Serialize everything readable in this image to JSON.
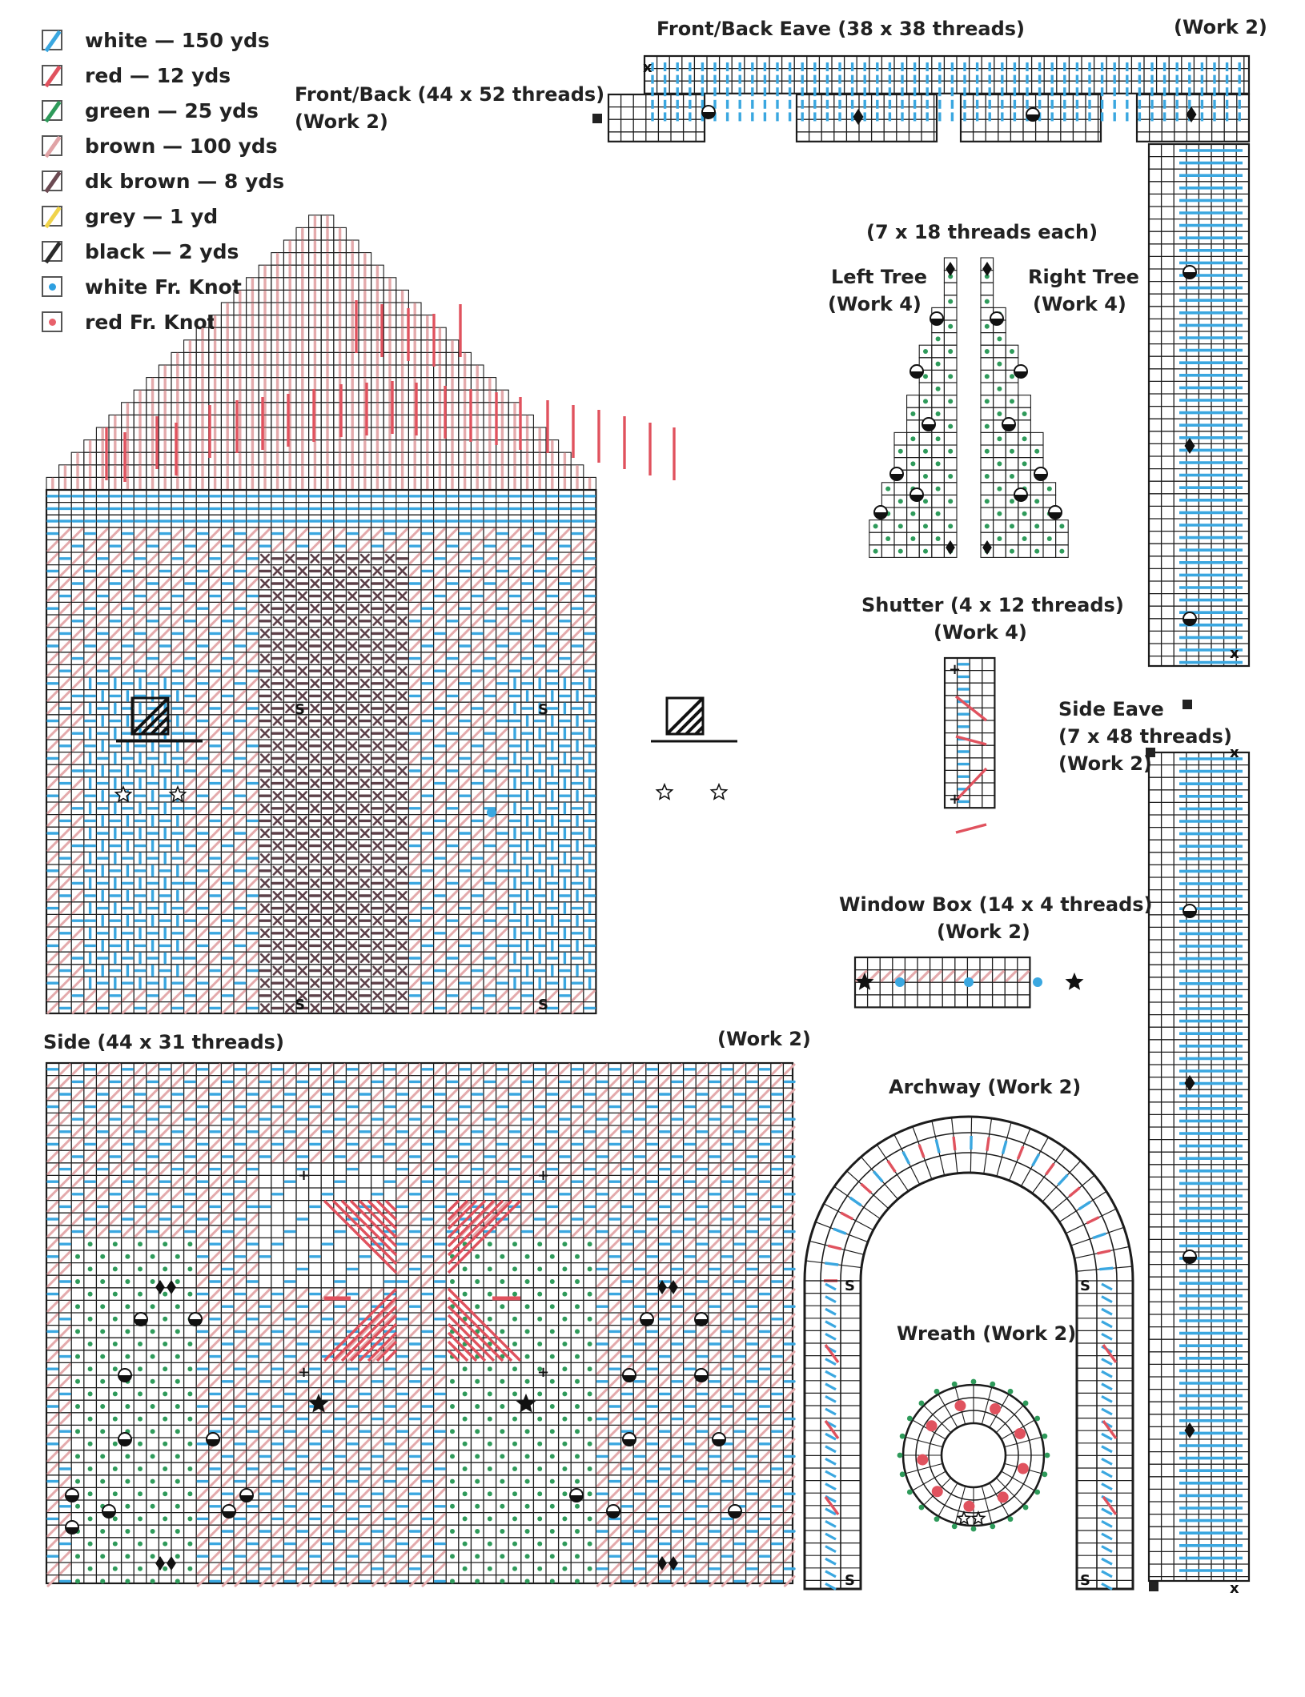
{
  "legend": [
    {
      "label": "white  —  150 yds",
      "color": "#3aa7e0",
      "kind": "stroke",
      "icon": "white-yarn-icon"
    },
    {
      "label": "red  —  12 yds",
      "color": "#e0525e",
      "kind": "stroke",
      "icon": "red-yarn-icon"
    },
    {
      "label": "green  —  25 yds",
      "color": "#2e9a5a",
      "kind": "stroke",
      "icon": "green-yarn-icon"
    },
    {
      "label": "brown  —  100 yds",
      "color": "#e0a3a6",
      "kind": "stroke",
      "icon": "brown-yarn-icon"
    },
    {
      "label": "dk brown  —  8 yds",
      "color": "#6b4a52",
      "kind": "stroke",
      "icon": "dk-brown-yarn-icon"
    },
    {
      "label": "grey  —  1 yd",
      "color": "#f0d34a",
      "kind": "stroke",
      "icon": "grey-yarn-icon"
    },
    {
      "label": "black  —  2 yds",
      "color": "#2a2a2a",
      "kind": "stroke",
      "icon": "black-yarn-icon"
    },
    {
      "label": "white Fr. Knot",
      "color": "#2d9fe0",
      "kind": "knot",
      "icon": "white-french-knot-icon"
    },
    {
      "label": "red Fr. Knot",
      "color": "#e8616b",
      "kind": "knot",
      "icon": "red-french-knot-icon"
    }
  ],
  "pieces": {
    "front_back": {
      "title": "Front/Back (44 x 52 threads)",
      "work": "(Work 2)",
      "marker": "S"
    },
    "front_back_eave": {
      "title": "Front/Back  Eave  (38  x  38  threads)",
      "work": "(Work 2)",
      "marker": "x"
    },
    "tree_size": {
      "title": "(7 x 18 threads each)"
    },
    "left_tree": {
      "title": "Left Tree",
      "work": "(Work 4)"
    },
    "right_tree": {
      "title": "Right Tree",
      "work": "(Work 4)"
    },
    "shutter": {
      "title": "Shutter (4 x 12 threads)",
      "work": "(Work 4)"
    },
    "side_eave": {
      "title": "Side Eave",
      "size": "(7 x 48 threads)",
      "work": "(Work 2)",
      "marker": "x"
    },
    "window_box": {
      "title": "Window Box (14 x 4 threads)",
      "work": "(Work 2)"
    },
    "side": {
      "title": "Side (44 x 31 threads)",
      "work": "(Work 2)"
    },
    "archway": {
      "title": "Archway (Work 2)",
      "marker": "S"
    },
    "wreath": {
      "title": "Wreath (Work 2)"
    }
  },
  "colors": {
    "grid": "#1c1c1c",
    "white": "#3aa7e0",
    "red": "#e0525e",
    "green": "#2e9a5a",
    "brown": "#e4aaac",
    "dkbrown": "#5d4049"
  }
}
